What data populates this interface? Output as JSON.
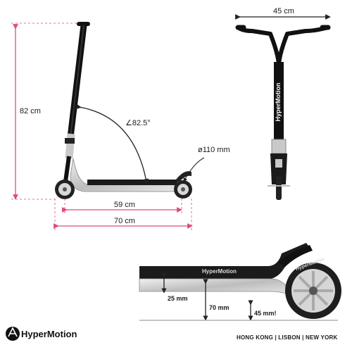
{
  "dimensions": {
    "height_label": "82 cm",
    "angle_label": "∠82.5°",
    "wheel_label": "ø110 mm",
    "deck_label": "59 cm",
    "length_label": "70 cm",
    "bar_width_label": "45 cm"
  },
  "detail": {
    "deck_thickness_label": "25 mm",
    "deck_height_label": "70 mm",
    "clearance_label": "45 mm!"
  },
  "branding": {
    "brand_name": "HyperMotion",
    "bar_text": "HyperMotion",
    "deck_text": "HyperMotion",
    "wheel_text": "HyperMotion",
    "cities": "HONG KONG | LISBON | NEW YORK"
  },
  "colors": {
    "frame_silver": "#c9c9c9",
    "deck_black": "#1b1b1b",
    "bar_black": "#111111",
    "dim_pink": "#e04a7a",
    "dim_black": "#222222"
  }
}
